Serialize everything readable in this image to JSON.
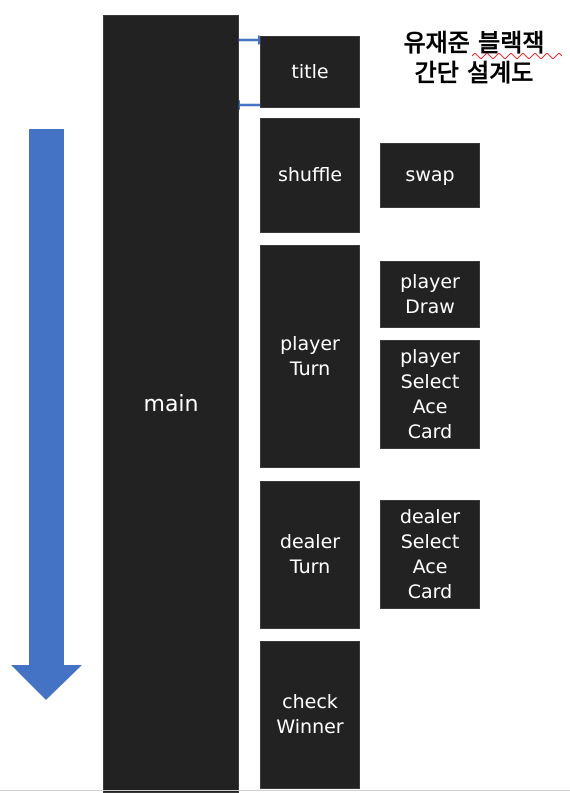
{
  "diagram_title": "유재준 블랙잭\n간단 설계도",
  "main_label": "main",
  "functions": [
    {
      "label": "title"
    },
    {
      "label": "shuffle"
    },
    {
      "label": "player\nTurn"
    },
    {
      "label": "dealer\nTurn"
    },
    {
      "label": "check\nWinner"
    }
  ],
  "subfunctions": [
    {
      "label": "swap",
      "parent": "shuffle"
    },
    {
      "label": "player\nDraw",
      "parent": "player Turn"
    },
    {
      "label": "player\nSelect\nAce\nCard",
      "parent": "player Turn"
    },
    {
      "label": "dealer\nSelect\nAce\nCard",
      "parent": "dealer Turn"
    }
  ],
  "colors": {
    "box_fill": "#222222",
    "box_text": "#ffffff",
    "flow_arrow": "#4472c4",
    "call_arrows": "#4472c4",
    "title_text": "#000000",
    "spell_squiggle": "#e03030"
  }
}
